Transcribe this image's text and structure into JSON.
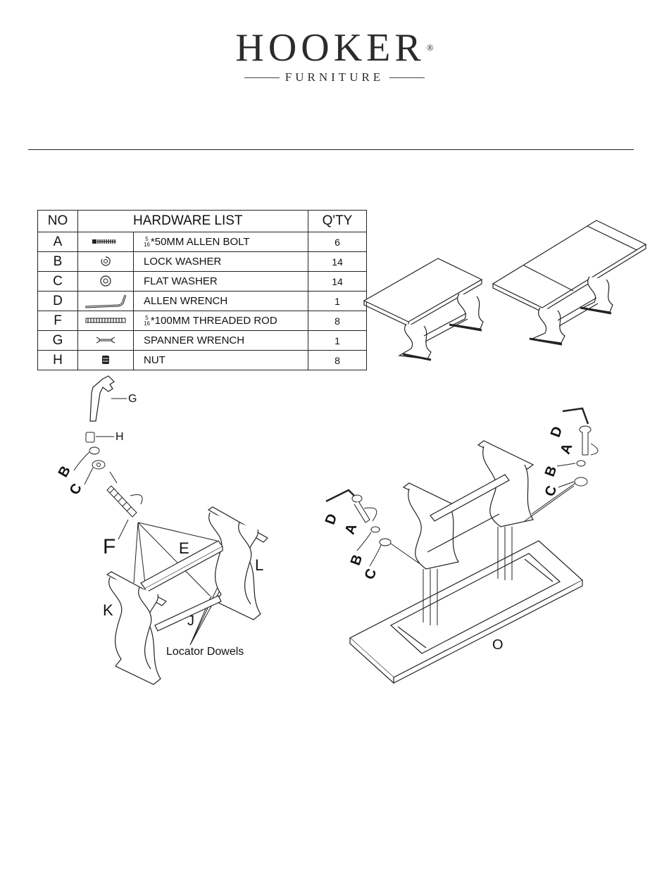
{
  "brand": {
    "name": "HOOKER",
    "registered": "®",
    "sub": "FURNITURE"
  },
  "hardware_table": {
    "headers": {
      "no": "NO",
      "list": "HARDWARE LIST",
      "qty": "Q'TY"
    },
    "rows": [
      {
        "no": "A",
        "fraction": [
          "5",
          "16"
        ],
        "desc": "*50MM ALLEN BOLT",
        "qty": "6",
        "icon": "allen-bolt-icon"
      },
      {
        "no": "B",
        "desc": "LOCK WASHER",
        "qty": "14",
        "icon": "lock-washer-icon"
      },
      {
        "no": "C",
        "desc": "FLAT WASHER",
        "qty": "14",
        "icon": "flat-washer-icon"
      },
      {
        "no": "D",
        "desc": "ALLEN WRENCH",
        "qty": "1",
        "icon": "allen-wrench-icon"
      },
      {
        "no": "F",
        "fraction": [
          "5",
          "16"
        ],
        "desc": "*100MM THREADED ROD",
        "qty": "8",
        "icon": "threaded-rod-icon"
      },
      {
        "no": "G",
        "desc": "SPANNER WRENCH",
        "qty": "1",
        "icon": "spanner-wrench-icon"
      },
      {
        "no": "H",
        "desc": "NUT",
        "qty": "8",
        "icon": "nut-icon"
      }
    ]
  },
  "left_diagram_labels": {
    "g": "G",
    "h": "H",
    "b": "B",
    "c": "C",
    "f": "F",
    "e": "E",
    "l": "L",
    "k": "K",
    "j": "J",
    "dowels": "Locator Dowels"
  },
  "right_diagram_labels": {
    "d1": "D",
    "a1": "A",
    "b1": "B",
    "c1": "C",
    "d2": "D",
    "a2": "A",
    "b2": "B",
    "c2": "C",
    "o": "O"
  }
}
